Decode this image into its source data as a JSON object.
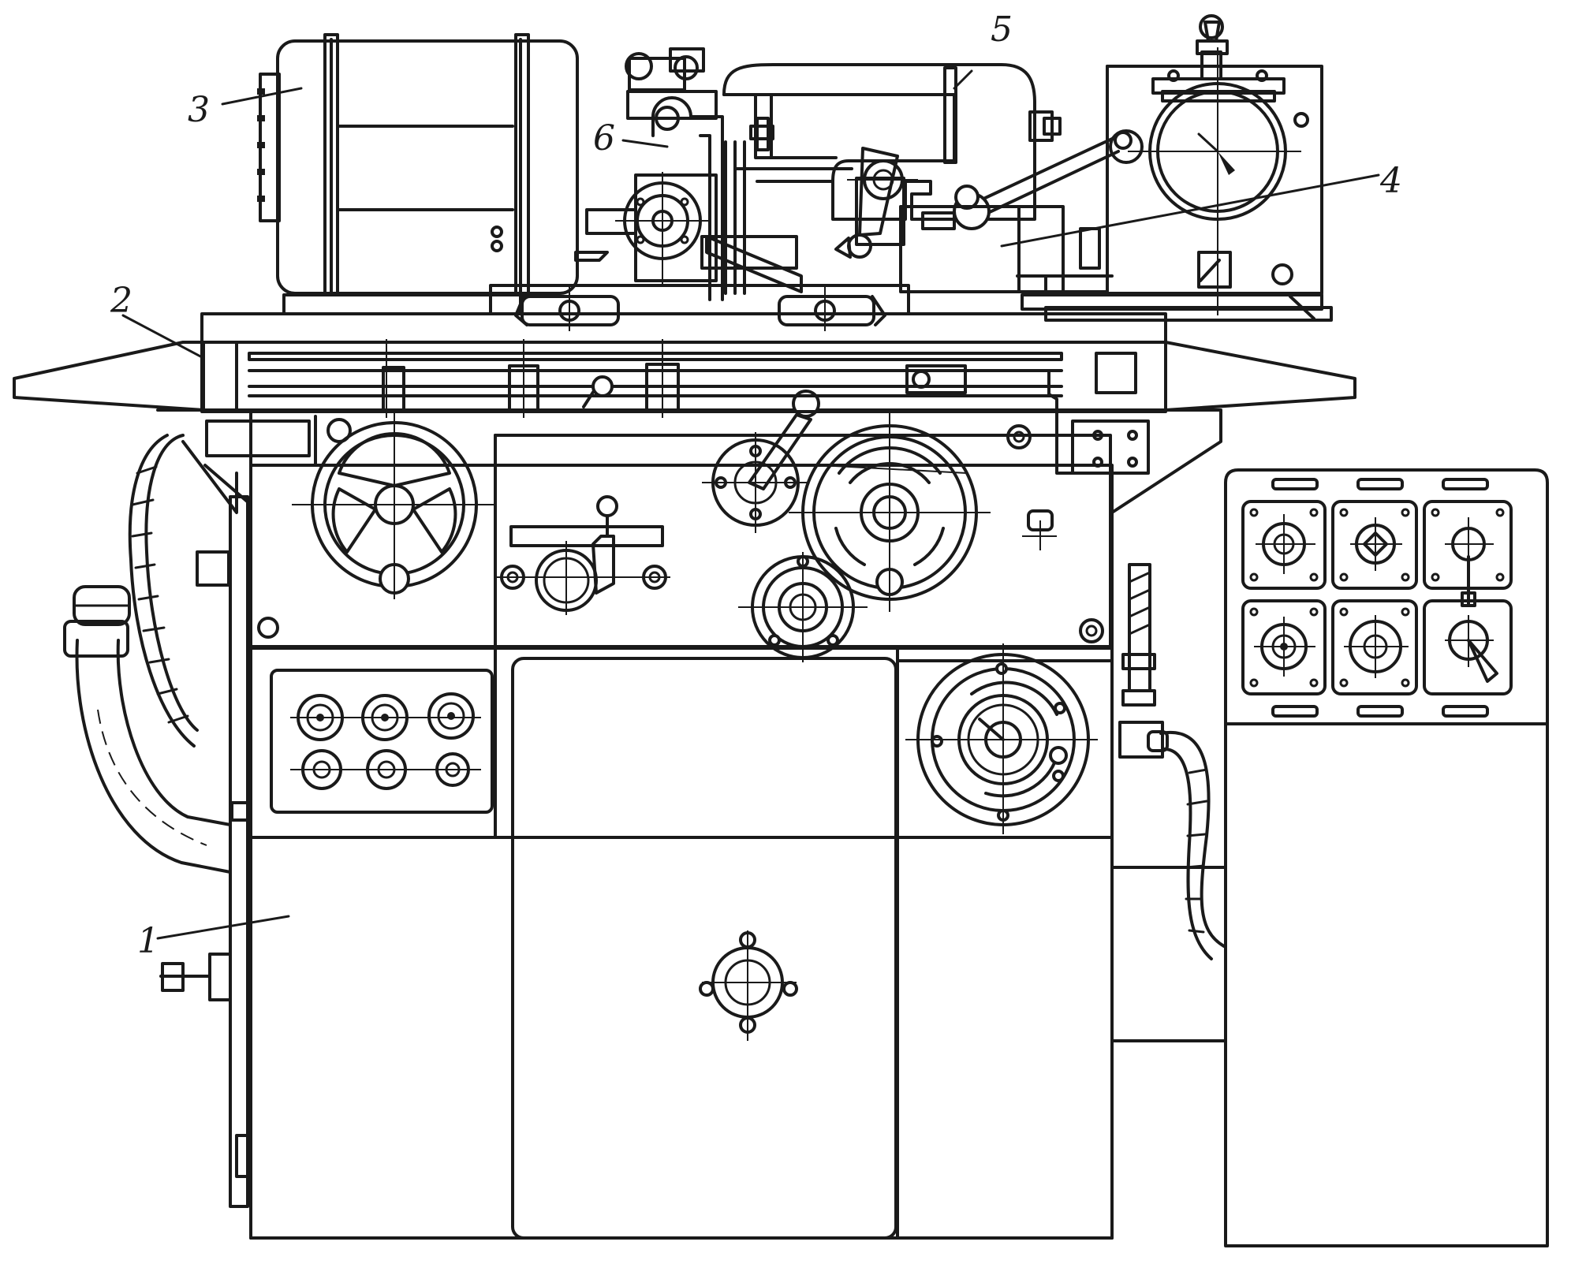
{
  "labels": {
    "l1": "1",
    "l2": "2",
    "l3": "3",
    "l4": "4",
    "l5": "5",
    "l6": "6"
  }
}
